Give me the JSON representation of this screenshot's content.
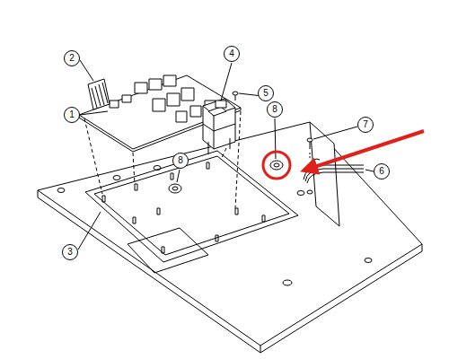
{
  "diagram": {
    "nodes": [
      {
        "text": [
          "2"
        ]
      },
      {
        "text": [
          "4"
        ]
      },
      {
        "text": [
          "5"
        ]
      },
      {
        "text": [
          "1"
        ]
      },
      {
        "text": [
          "8"
        ]
      },
      {
        "text": [
          "7"
        ]
      },
      {
        "text": [
          "8"
        ]
      },
      {
        "text": [
          "6"
        ]
      },
      {
        "text": [
          "3"
        ]
      }
    ]
  }
}
